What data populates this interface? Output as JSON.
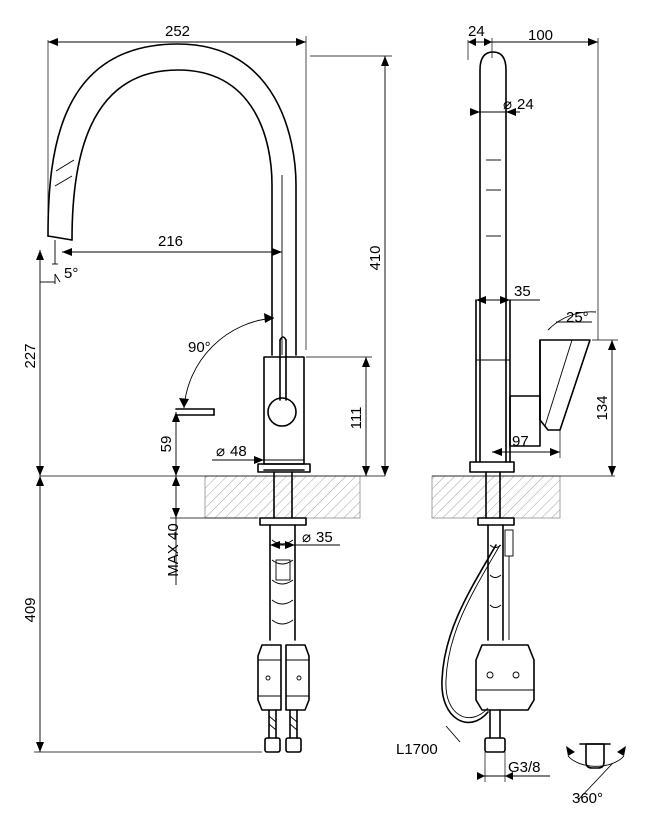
{
  "dimensions": {
    "spout_reach": "252",
    "outlet_reach": "216",
    "total_height": "410",
    "outlet_height": "227",
    "body_height": "111",
    "handle_height": "59",
    "outlet_angle": "5°",
    "lever_rotation": "90°",
    "base_diameter": "48",
    "max_thickness": "MAX 40",
    "shank_diameter": "35",
    "hose_length_below": "409",
    "side_spout_offset": "24",
    "side_handle_depth": "100",
    "spout_diameter": "24",
    "body_width": "35",
    "lever_tilt": "25°",
    "lever_height": "134",
    "side_reach": "97",
    "hose_length": "L1700",
    "connector": "G3/8",
    "swivel": "360°"
  },
  "symbols": {
    "diameter": "⌀"
  }
}
